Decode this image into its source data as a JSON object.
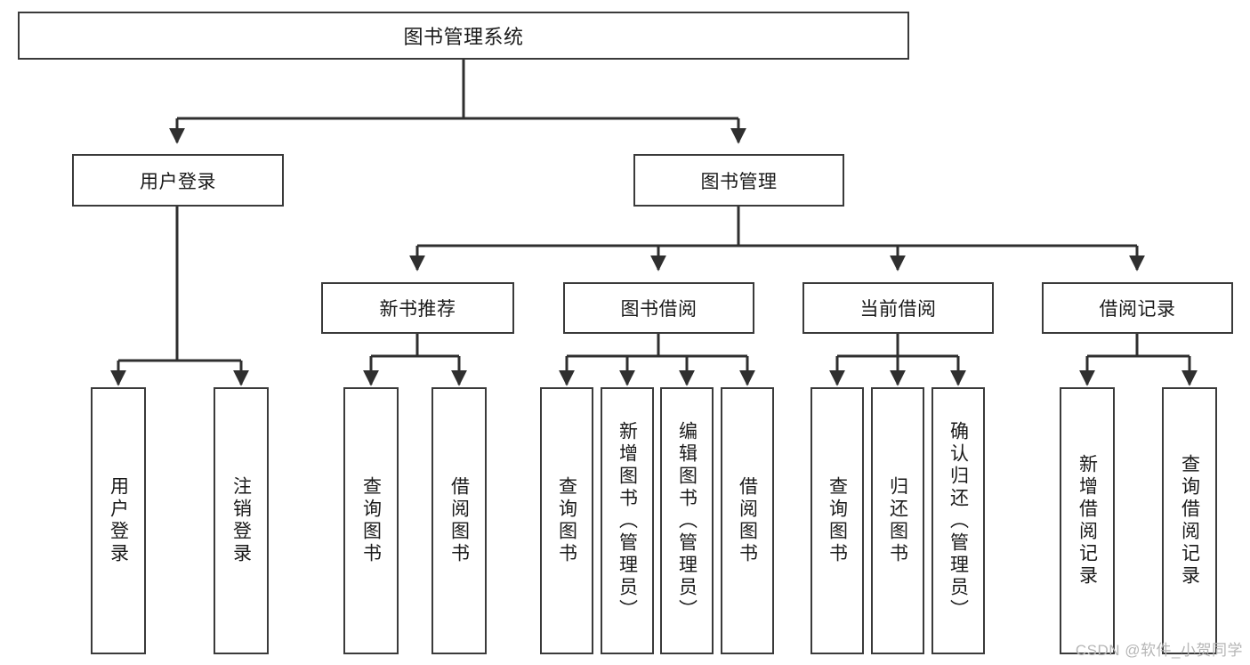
{
  "diagram": {
    "type": "tree-flowchart",
    "title": "图书管理系统",
    "watermark": "CSDN @软件_小贺同学",
    "colors": {
      "box_border": "#3a3a3a",
      "box_fill": "#ffffff",
      "connector": "#2f2f2f",
      "text": "#1a1a1a",
      "watermark": "#b6b6b6",
      "background": "#ffffff"
    },
    "nodes": {
      "root": {
        "label": "图书管理系统"
      },
      "level2": [
        {
          "id": "user-login",
          "label": "用户登录"
        },
        {
          "id": "book-management",
          "label": "图书管理"
        }
      ],
      "level3": [
        {
          "id": "new-book-recommend",
          "label": "新书推荐"
        },
        {
          "id": "book-borrow",
          "label": "图书借阅"
        },
        {
          "id": "current-borrow",
          "label": "当前借阅"
        },
        {
          "id": "borrow-record",
          "label": "借阅记录"
        }
      ],
      "leaves": {
        "user-login": [
          {
            "id": "leaf-user-login",
            "label": "用户登录"
          },
          {
            "id": "leaf-logout-login",
            "label": "注销登录"
          }
        ],
        "new-book-recommend": [
          {
            "id": "leaf-query-book-1",
            "label": "查询图书"
          },
          {
            "id": "leaf-borrow-book-1",
            "label": "借阅图书"
          }
        ],
        "book-borrow": [
          {
            "id": "leaf-query-book-2",
            "label": "查询图书"
          },
          {
            "id": "leaf-add-book",
            "label": "新增图书（管理员）"
          },
          {
            "id": "leaf-edit-book",
            "label": "编辑图书（管理员）"
          },
          {
            "id": "leaf-borrow-book-2",
            "label": "借阅图书"
          }
        ],
        "current-borrow": [
          {
            "id": "leaf-query-book-3",
            "label": "查询图书"
          },
          {
            "id": "leaf-return-book",
            "label": "归还图书"
          },
          {
            "id": "leaf-confirm-return",
            "label": "确认归还（管理员）"
          }
        ],
        "borrow-record": [
          {
            "id": "leaf-add-record",
            "label": "新增借阅记录"
          },
          {
            "id": "leaf-query-record",
            "label": "查询借阅记录"
          }
        ]
      }
    }
  }
}
